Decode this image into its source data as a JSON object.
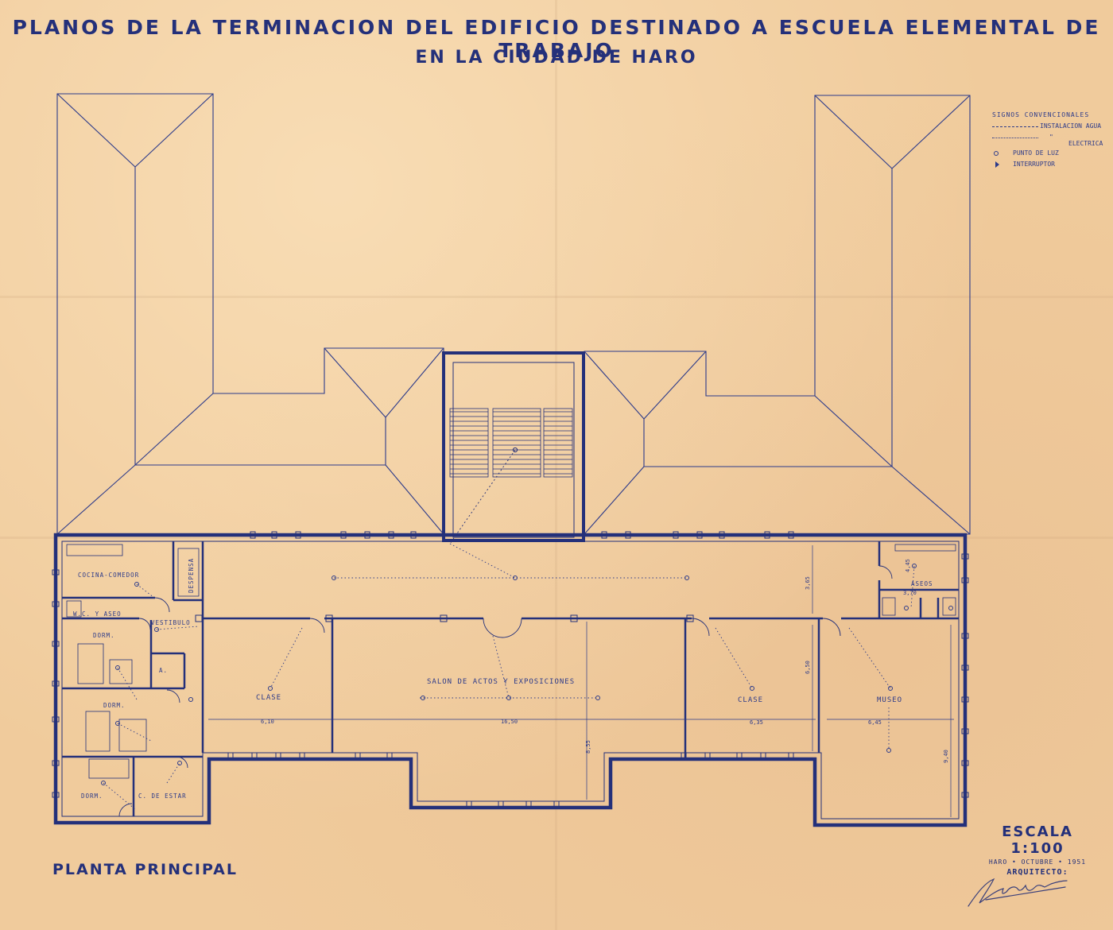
{
  "title": {
    "line1": "PLANOS DE LA TERMINACION DEL EDIFICIO DESTINADO A ESCUELA ELEMENTAL DE TRABAJO",
    "line2": "EN LA CIUDAD DE HARO"
  },
  "legend": {
    "title": "SIGNOS CONVENCIONALES",
    "water": "INSTALACION AGUA",
    "electric_ditto": "\"",
    "electric": "ELECTRICA",
    "light_point": "PUNTO DE LUZ",
    "switch": "INTERRUPTOR"
  },
  "rooms": {
    "cocina": "COCINA-COMEDOR",
    "despensa": "DESPENSA",
    "wc": "W.C. Y ASEO",
    "vestibulo": "VESTIBULO",
    "dorm1": "DORM.",
    "armario": "A.",
    "dorm2": "DORM.",
    "dorm3": "DORM.",
    "estar": "C. DE ESTAR",
    "clase1": "CLASE",
    "salon": "SALON DE ACTOS Y EXPOSICIONES",
    "clase2": "CLASE",
    "museo": "MUSEO",
    "aseos": "ASEOS"
  },
  "dimensions": {
    "d610": "6,10",
    "d1650": "16,50",
    "d635": "6,35",
    "d645": "6,45",
    "d855": "8,55",
    "d365": "3,65",
    "d650": "6,50",
    "d940": "9,40",
    "d445": "4,45",
    "d370": "3,70"
  },
  "plan_name": "PLANTA PRINCIPAL",
  "scale": {
    "label": "ESCALA 1:100",
    "date": "HARO • OCTUBRE • 1951",
    "architect": "ARQUITECTO:"
  },
  "colors": {
    "paper": "#f0cb9c",
    "ink": "#24307a",
    "line": "#2c3a8a"
  }
}
